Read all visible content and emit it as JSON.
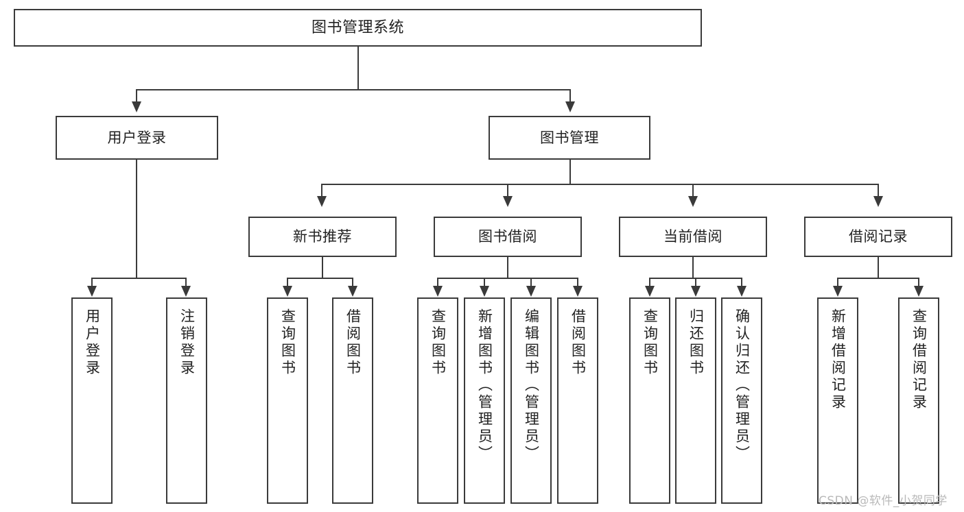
{
  "diagram": {
    "title": "图书管理系统",
    "type": "tree-structure-chart",
    "root": {
      "label": "图书管理系统"
    },
    "level2": [
      {
        "label": "用户登录"
      },
      {
        "label": "图书管理"
      }
    ],
    "level3": [
      {
        "label": "新书推荐"
      },
      {
        "label": "图书借阅"
      },
      {
        "label": "当前借阅"
      },
      {
        "label": "借阅记录"
      }
    ],
    "leaves": {
      "user_login": [
        {
          "label": "用户登录"
        },
        {
          "label": "注销登录"
        }
      ],
      "new_book_recommend": [
        {
          "label": "查询图书"
        },
        {
          "label": "借阅图书"
        }
      ],
      "book_borrow": [
        {
          "label": "查询图书"
        },
        {
          "label": "新增图书（管理员）"
        },
        {
          "label": "编辑图书（管理员）"
        },
        {
          "label": "借阅图书"
        }
      ],
      "current_borrow": [
        {
          "label": "查询图书"
        },
        {
          "label": "归还图书"
        },
        {
          "label": "确认归还（管理员）"
        }
      ],
      "borrow_record": [
        {
          "label": "新增借阅记录"
        },
        {
          "label": "查询借阅记录"
        }
      ]
    }
  },
  "watermark": {
    "text": "CSDN @软件_小贺同学"
  },
  "colors": {
    "stroke": "#3a3a3a",
    "fill": "#ffffff",
    "text": "#222222",
    "watermark": "#b9b9b9"
  }
}
